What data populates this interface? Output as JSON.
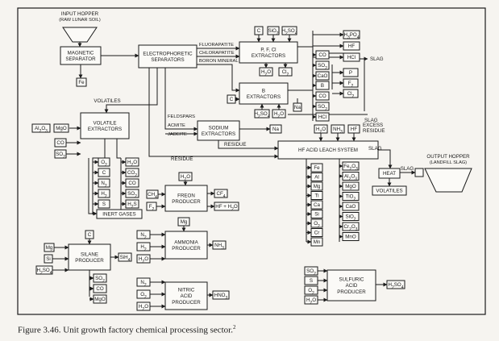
{
  "diagram": {
    "input_hopper": "INPUT HOPPER",
    "input_hopper_sub": "(RAW LUNAR SOIL)",
    "magnetic_separator": [
      "MAGNETIC",
      "SEPARATOR"
    ],
    "fe": "Fe",
    "electrophoretic": [
      "ELECTROPHORETIC",
      "SEPARATORS"
    ],
    "fluorapatite": "FLUORAPATITE",
    "chlorapatite": "CHLORAPATITE",
    "boron_mineral": "BORON MINERAL",
    "pfcl_extractors": [
      "P, F, Cl",
      "EXTRACTORS"
    ],
    "pfcl_inputs": [
      "C",
      "SiO2",
      "H2SO4"
    ],
    "pfcl_outputs": [
      "H2O",
      "Cl2"
    ],
    "pfcl_side_outputs": [
      "CO",
      "SO2",
      "CaO"
    ],
    "top_products": [
      "H3PO4",
      "HF",
      "HCl"
    ],
    "slag": "SLAG",
    "b_extractors": [
      "B",
      "EXTRACTORS"
    ],
    "b_products": [
      "P",
      "F2",
      "Cl2"
    ],
    "b_c": "C",
    "b_inputs_below": [
      "H2SO4",
      "H2O"
    ],
    "b_side_outputs": [
      "B",
      "CO",
      "SO2",
      "HCl"
    ],
    "na": "Na",
    "volatiles": "VOLATILES",
    "feldspars": "FELDSPARS",
    "acmite": "ACMITE",
    "jadeite": "JADEITE",
    "sodium_extractors": [
      "SODIUM",
      "EXTRACTORS"
    ],
    "residue": "RESIDUE",
    "excess_residue": [
      "EXCESS",
      "RESIDUE"
    ],
    "hf_inputs": [
      "H2O",
      "NH3",
      "HF"
    ],
    "hf_acid_leach": "HF ACID LEACH SYSTEM",
    "volatile_inputs": [
      "Al2O3",
      "MgO",
      "CO",
      "SO2"
    ],
    "volatile_extractors": [
      "VOLATILE",
      "EXTRACTORS"
    ],
    "volatile_left_outputs": [
      "O2",
      "C",
      "N2",
      "H2",
      "S"
    ],
    "volatile_right_outputs": [
      "H2O",
      "CO2",
      "CO",
      "SO2",
      "H2S"
    ],
    "inert_gases": "INERT GASES",
    "hf_left_outputs": [
      "Fe",
      "Al",
      "Mg",
      "Ti",
      "Ca",
      "Si",
      "O2",
      "Cr",
      "Mn"
    ],
    "hf_right_outputs": [
      "Fe2O3",
      "Al2O3",
      "MgO",
      "TiO2",
      "CaO",
      "SiO2",
      "Cr2O3",
      "MnO"
    ],
    "heat": "HEAT",
    "volatiles_out": "VOLATILES",
    "output_hopper": "OUTPUT HOPPER",
    "output_hopper_sub": "(LANDFILL SLAG)",
    "freon_inputs": [
      "H2O",
      "CH4",
      "F2"
    ],
    "freon_producer": [
      "FREON",
      "PRODUCER"
    ],
    "freon_outputs": [
      "CF4",
      "HF + H2O"
    ],
    "ammonia_inputs": [
      "N2",
      "H2",
      "H2O"
    ],
    "ammonia_top": "Mg",
    "ammonia_producer": [
      "AMMONIA",
      "PRODUCER"
    ],
    "ammonia_output": "NH3",
    "silane_top": "C",
    "silane_inputs": [
      "Mg",
      "Si",
      "H2SO4"
    ],
    "silane_producer": [
      "SILANE",
      "PRODUCER"
    ],
    "silane_output": "SiH4",
    "silane_outputs_below": [
      "SO2",
      "CO",
      "MgO"
    ],
    "nitric_inputs": [
      "N2",
      "O2",
      "H2O"
    ],
    "nitric_producer": [
      "NITRIC",
      "ACID",
      "PRODUCER"
    ],
    "nitric_output": "HNO3",
    "sulfuric_inputs": [
      "SO2",
      "S",
      "O2",
      "H2O"
    ],
    "sulfuric_producer": [
      "SULFURIC",
      "ACID",
      "PRODUCER"
    ],
    "sulfuric_output": "H2SO4"
  },
  "caption": {
    "text": "Figure 3.46. Unit growth factory chemical processing sector.",
    "ref": "2"
  }
}
